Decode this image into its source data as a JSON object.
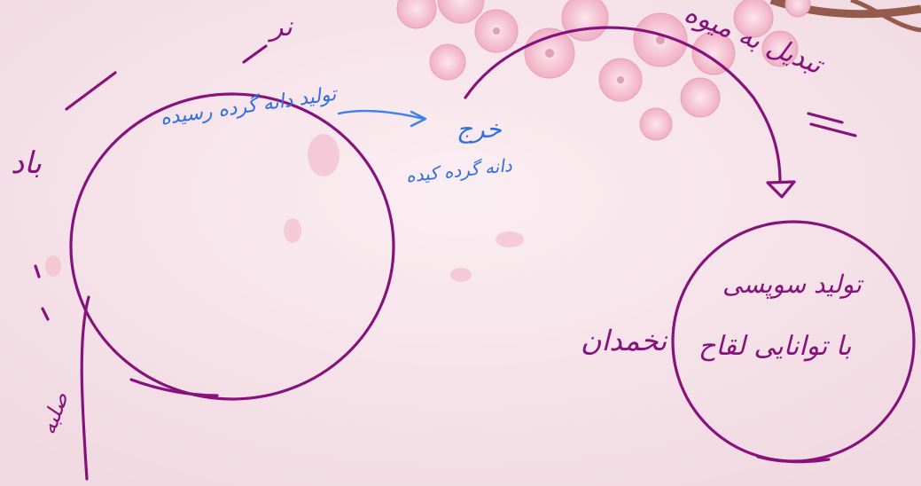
{
  "background": {
    "description_colors": {
      "base": "#f6e4ea",
      "blossom": "#f4b7c9",
      "blossom_dark": "#c86a8e",
      "branch": "#8a4b3a"
    }
  },
  "ink": {
    "purple": "#86127c",
    "blue": "#3b82ea"
  },
  "left_cycle": {
    "top_label": "نر",
    "left_label_top": "باد",
    "left_label_bottom": "صلبه",
    "inner_label": "تولید دانه گرده رسیده"
  },
  "middle": {
    "label_line1": "خرج",
    "label_line2": "دانه گرده کیده"
  },
  "arc_label": "تبدیل به میوه",
  "right_cycle": {
    "line1": "تولید سوپسی",
    "line2": "با توانایی لقاح",
    "side_label": "نخمدان"
  }
}
